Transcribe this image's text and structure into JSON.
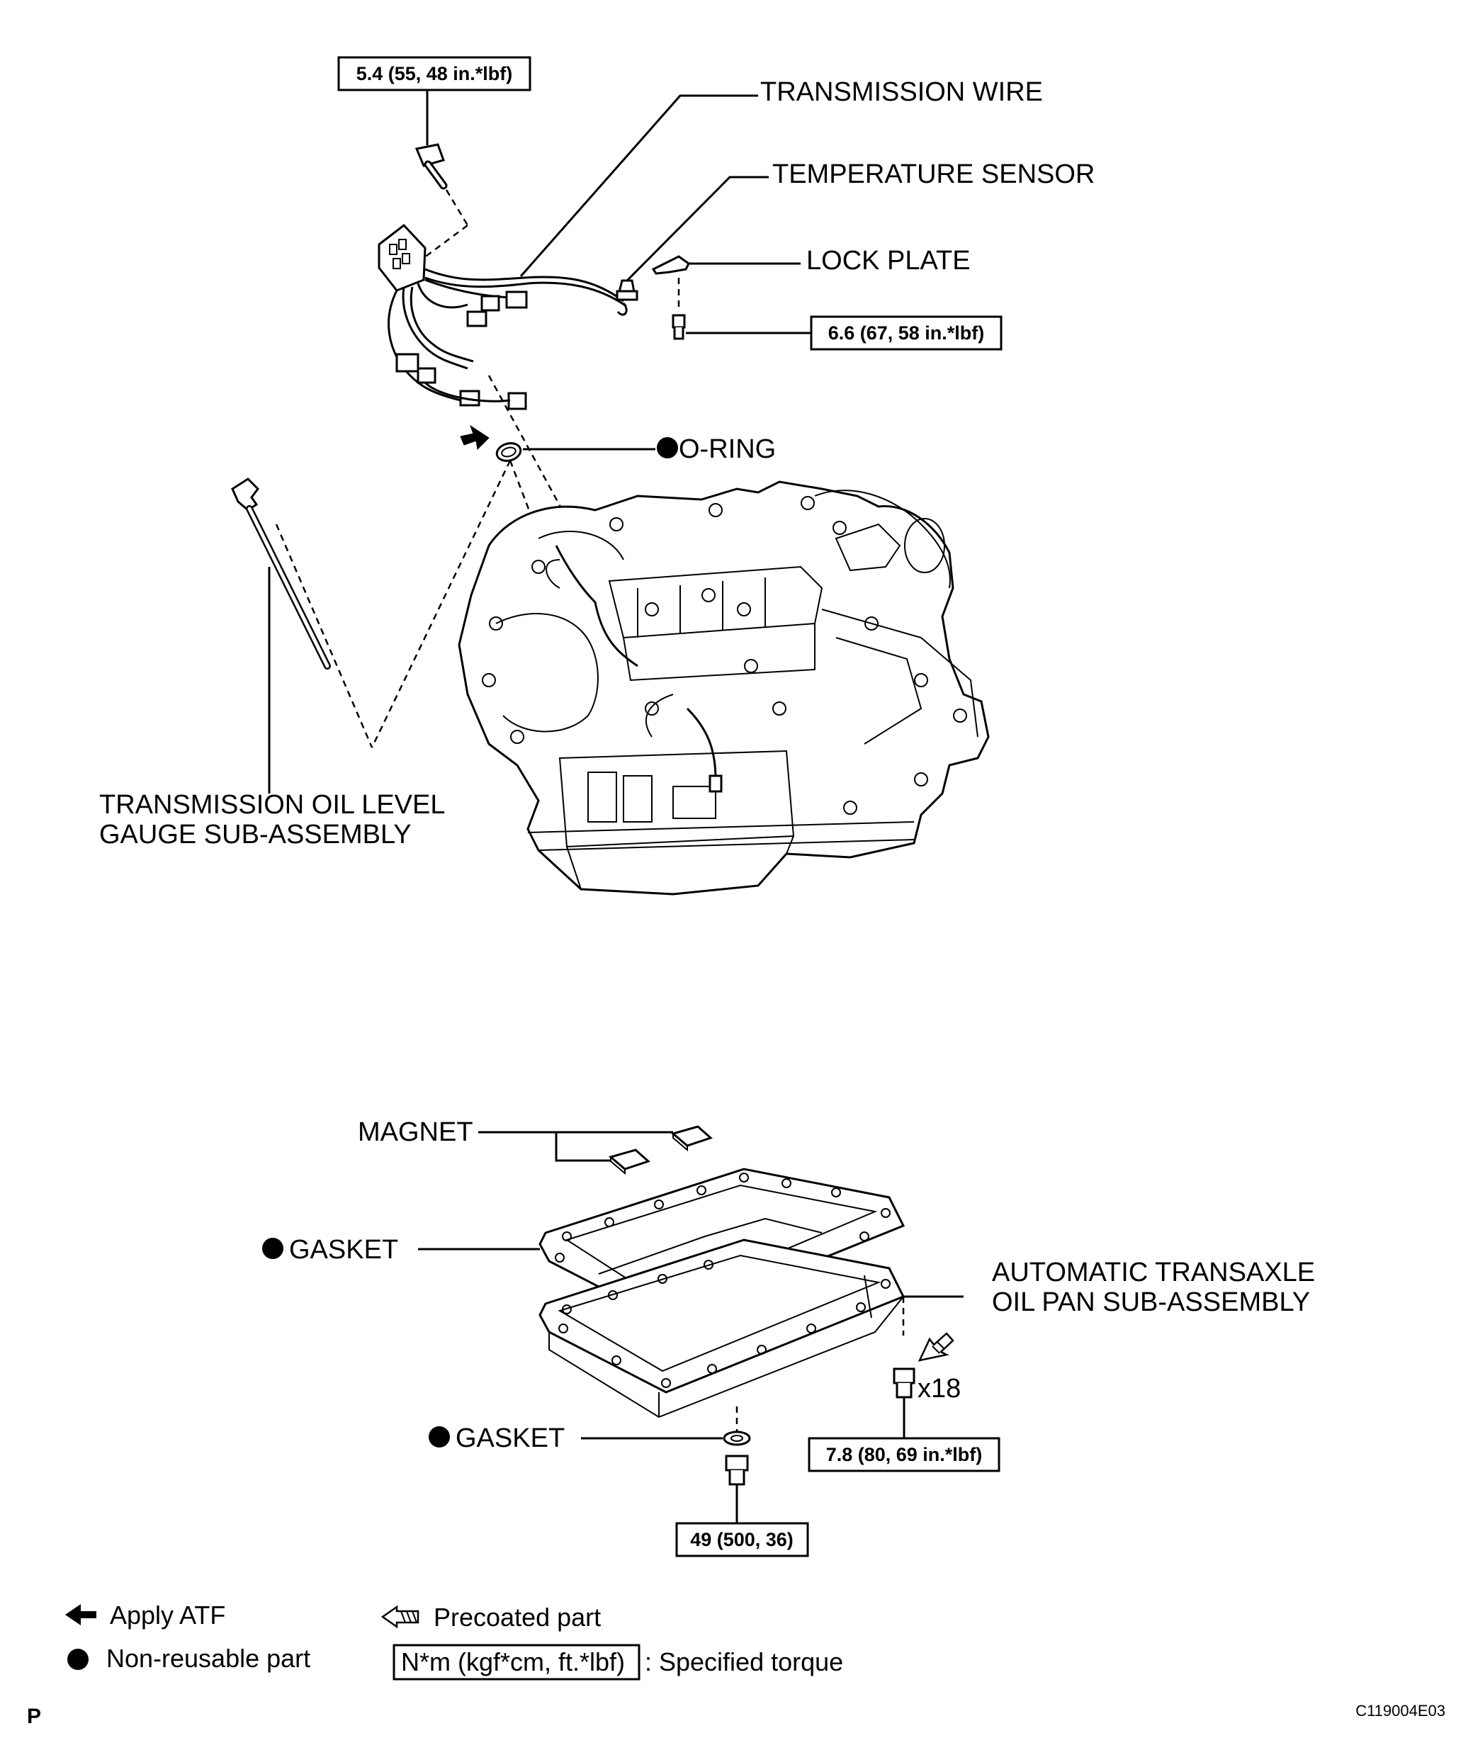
{
  "labels": {
    "transmission_wire": "TRANSMISSION WIRE",
    "temperature_sensor": "TEMPERATURE SENSOR",
    "lock_plate": "LOCK PLATE",
    "o_ring": "O-RING",
    "oil_level_gauge_line1": "TRANSMISSION OIL LEVEL",
    "oil_level_gauge_line2": "GAUGE SUB-ASSEMBLY",
    "magnet": "MAGNET",
    "gasket_upper": "GASKET",
    "oil_pan_line1": "AUTOMATIC TRANSAXLE",
    "oil_pan_line2": "OIL PAN SUB-ASSEMBLY",
    "gasket_lower": "GASKET",
    "bolt_count": "x18"
  },
  "torques": {
    "wire_bolt": "5.4 (55, 48 in.*lbf)",
    "lock_plate_bolt": "6.6 (67, 58 in.*lbf)",
    "pan_bolt": "7.8 (80, 69 in.*lbf)",
    "drain_plug": "49 (500, 36)"
  },
  "legend": {
    "apply_atf": "Apply ATF",
    "non_reusable": "Non-reusable part",
    "precoated": "Precoated part",
    "torque_unit": "N*m (kgf*cm, ft.*lbf)",
    "specified_torque": ": Specified torque"
  },
  "footer": {
    "page_letter": "P",
    "figure_code": "C119004E03"
  }
}
